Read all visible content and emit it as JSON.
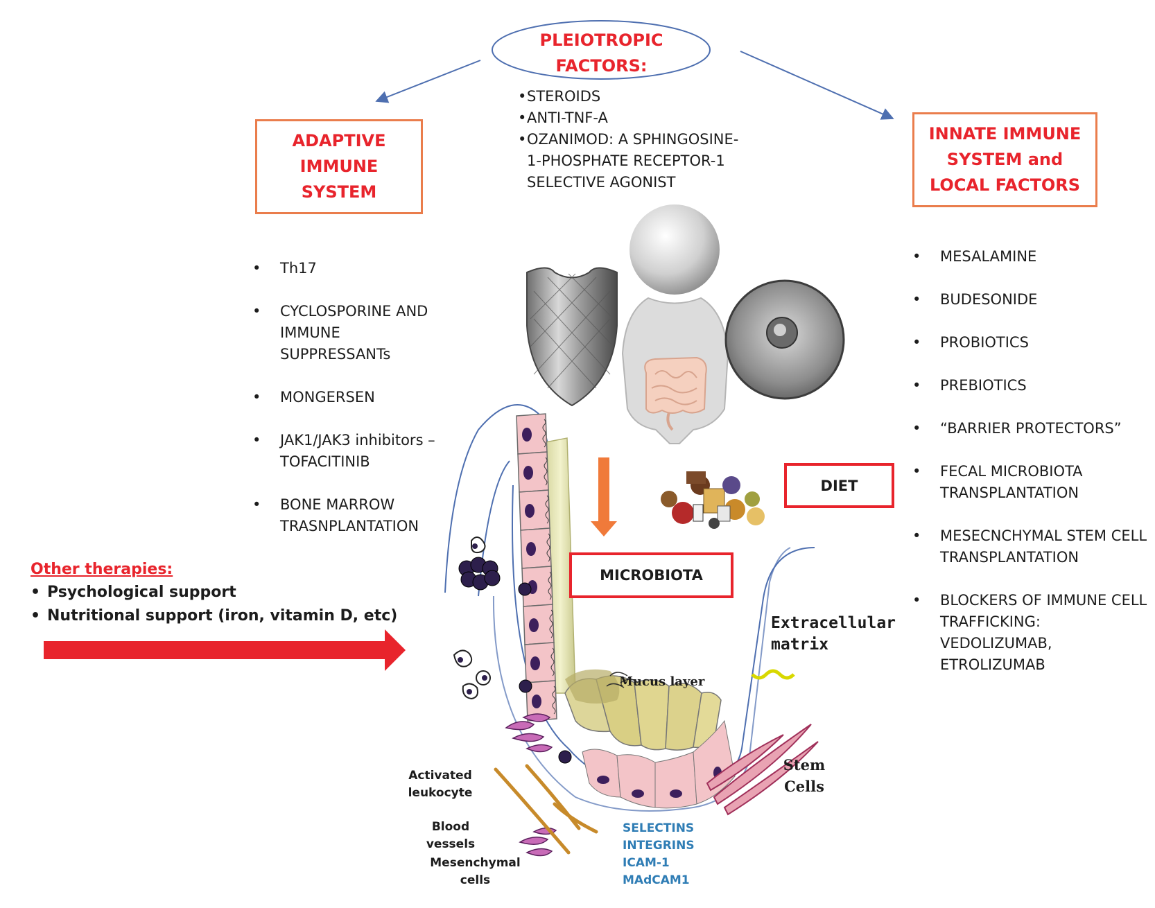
{
  "pleiotropic": {
    "title_line1": "PLEIOTROPIC",
    "title_line2": "FACTORS:",
    "items": [
      "STEROIDS",
      "ANTI-TNF-A",
      "OZANIMOD: A SPHINGOSINE-",
      "1-PHOSPHATE RECEPTOR-1",
      "SELECTIVE AGONIST"
    ]
  },
  "adaptive": {
    "title_line1": "ADAPTIVE",
    "title_line2": "IMMUNE",
    "title_line3": "SYSTEM",
    "items": [
      "Th17",
      "CYCLOSPORINE AND\nIMMUNE\nSUPPRESSANTs",
      "MONGERSEN",
      "JAK1/JAK3 inhibitors –\nTOFACITINIB",
      "BONE MARROW\nTRASNPLANTATION"
    ]
  },
  "innate": {
    "title_line1": "INNATE IMMUNE",
    "title_line2": "SYSTEM and",
    "title_line3": "LOCAL FACTORS",
    "items": [
      "MESALAMINE",
      "BUDESONIDE",
      "PROBIOTICS",
      "PREBIOTICS",
      "“BARRIER PROTECTORS”",
      "FECAL MICROBIOTA\nTRANSPLANTATION",
      "MESECNCHYMAL STEM CELL\nTRANSPLANTATION",
      "BLOCKERS OF IMMUNE CELL\nTRAFFICKING: VEDOLIZUMAB,\nETROLIZUMAB"
    ]
  },
  "other": {
    "title": "Other therapies:",
    "items": [
      "Psychological support",
      "Nutritional support (iron, vitamin D, etc)"
    ]
  },
  "labels": {
    "diet": "DIET",
    "microbiota": "MICROBIOTA",
    "extracellular_1": "Extracellular",
    "extracellular_2": "matrix",
    "mucus": "Mucus layer",
    "stem_1": "Stem",
    "stem_2": "Cells",
    "activated_1": "Activated",
    "activated_2": "leukocyte",
    "blood": "Blood vessels",
    "mesenchymal_1": "Mesenchymal",
    "mesenchymal_2": "cells",
    "adhesion": [
      "SELECTINS",
      "INTEGRINS",
      "ICAM-1",
      "MAdCAM1"
    ]
  },
  "colors": {
    "red": "#e8242c",
    "orange": "#ea7d4c",
    "blue": "#2f7db5"
  }
}
